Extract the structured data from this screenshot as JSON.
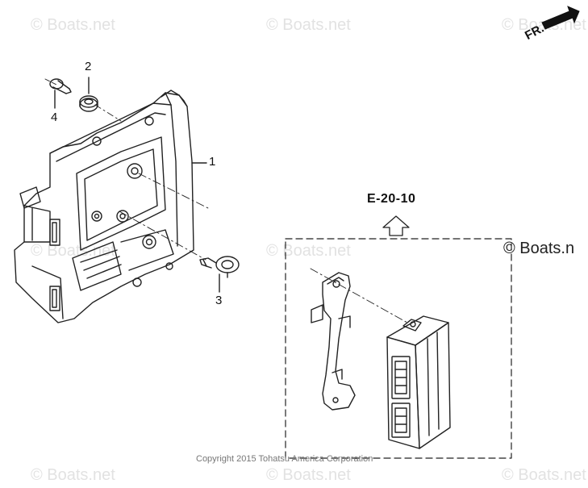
{
  "watermark": {
    "text": "© Boats.net",
    "color": "#e2e2e2"
  },
  "labels": {
    "part_1": "1",
    "part_2": "2",
    "part_3": "3",
    "part_4": "4",
    "reference": "E-20-10",
    "front_direction": "FR.",
    "boats_corner": "© Boats.n",
    "copyright": "Copyright 2015 Tohatsu America Corporation"
  },
  "icons": {
    "front_arrow": "arrow-icon",
    "reference_arrow": "up-arrow-icon"
  },
  "colors": {
    "line": "#222222",
    "background": "#ffffff"
  }
}
